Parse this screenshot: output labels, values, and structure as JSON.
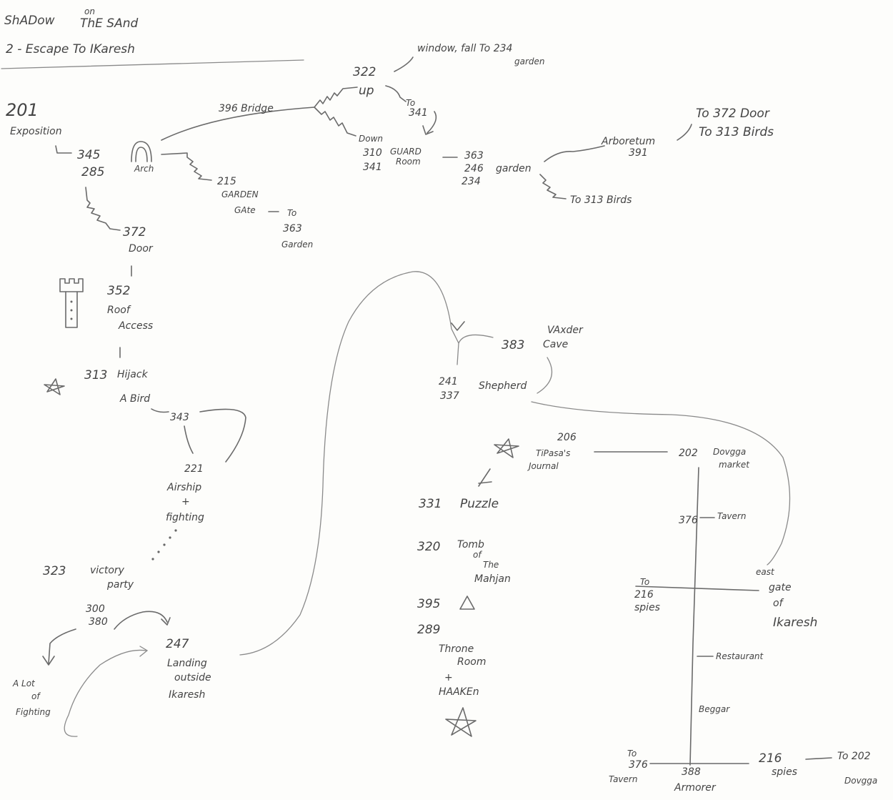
{
  "title": {
    "line1": "ShADow",
    "line1b": "on",
    "line1c": "ThE SAnd",
    "line2": "2 - Escape To IKaresh"
  },
  "nodes": {
    "n201_num": "201",
    "n201_label": "Exposition",
    "n345": "345",
    "n285": "285",
    "arch": "Arch",
    "bridge": "396 Bridge",
    "n322": "322",
    "up": "up",
    "window": "window, fall To 234",
    "window2": "garden",
    "to341": "To",
    "to341b": "341",
    "down": "Down",
    "n310": "310",
    "n341": "341",
    "guard": "GUARD",
    "guard2": "Room",
    "n363": "363",
    "n246": "246",
    "n234": "234",
    "garden": "garden",
    "arboretum": "Arboretum",
    "n391": "391",
    "to372door": "To 372 Door",
    "to313birds": "To 313 Birds",
    "to313birds2": "To 313 Birds",
    "n215": "215",
    "gardengate": "GARDEN",
    "gardengate2": "GAte",
    "to363": "To",
    "to363b": "363",
    "to363c": "Garden",
    "n372": "372",
    "door": "Door",
    "n352": "352",
    "roof": "Roof",
    "roof2": "Access",
    "n313": "313",
    "hijack": "Hijack",
    "hijack2": "A Bird",
    "n343": "343",
    "n221": "221",
    "airship": "Airship",
    "plus1": "+",
    "fighting1": "fighting",
    "n323": "323",
    "victory": "victory",
    "party": "party",
    "n300": "300",
    "n380": "380",
    "alot": "A Lot",
    "of": "of",
    "fighting2": "Fighting",
    "n247": "247",
    "landing": "Landing",
    "outside": "outside",
    "ikaresh1": "Ikaresh",
    "n383": "383",
    "vaxder": "VAxder",
    "cave": "Cave",
    "n241": "241",
    "n337": "337",
    "shepherd": "Shepherd",
    "n206": "206",
    "tipasa": "TiPasa's",
    "journal": "Journal",
    "n202": "202",
    "dovgga": "Dovgga",
    "market": "market",
    "n331": "331",
    "puzzle": "Puzzle",
    "n320": "320",
    "tomb": "Tomb",
    "tomb_of": "of",
    "tomb_the": "The",
    "tomb_mahjan": "Mahjan",
    "n395": "395",
    "n289": "289",
    "throne": "Throne",
    "throne2": "Room",
    "plus2": "+",
    "haaken": "HAAKEn",
    "n376": "376",
    "tavern": "Tavern",
    "to216": "To",
    "to216b": "216",
    "to216c": "spies",
    "eastgate": "east",
    "eastgate2": "gate",
    "eastgate3": "of",
    "eastgate4": "Ikaresh",
    "restaurant": "Restaurant",
    "beggar": "Beggar",
    "to376": "To",
    "to376b": "376",
    "to376c": "Tavern",
    "n388": "388",
    "armorer": "Armorer",
    "n216": "216",
    "spies": "spies",
    "to202": "To 202",
    "to202b": "Dovgga"
  }
}
